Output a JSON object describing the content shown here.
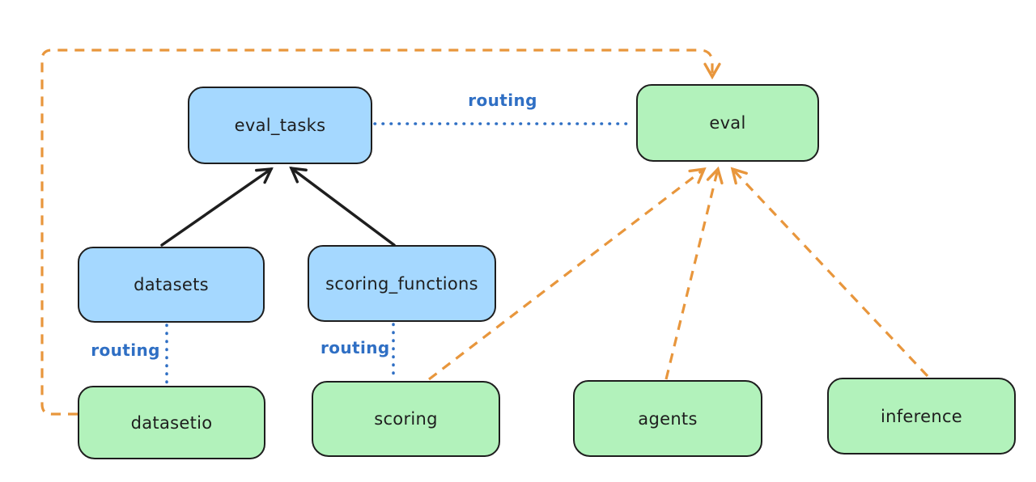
{
  "diagram": {
    "nodes": [
      {
        "id": "eval_tasks",
        "label": "eval_tasks",
        "kind": "resource",
        "fill": "blue"
      },
      {
        "id": "eval",
        "label": "eval",
        "kind": "api",
        "fill": "green"
      },
      {
        "id": "datasets",
        "label": "datasets",
        "kind": "resource",
        "fill": "blue"
      },
      {
        "id": "scoring_functions",
        "label": "scoring_functions",
        "kind": "resource",
        "fill": "blue"
      },
      {
        "id": "datasetio",
        "label": "datasetio",
        "kind": "api",
        "fill": "green"
      },
      {
        "id": "scoring",
        "label": "scoring",
        "kind": "api",
        "fill": "green"
      },
      {
        "id": "agents",
        "label": "agents",
        "kind": "api",
        "fill": "green"
      },
      {
        "id": "inference",
        "label": "inference",
        "kind": "api",
        "fill": "green"
      }
    ],
    "edges": [
      {
        "from": "datasets",
        "to": "eval_tasks",
        "style": "solid",
        "color": "black",
        "arrow": true
      },
      {
        "from": "scoring_functions",
        "to": "eval_tasks",
        "style": "solid",
        "color": "black",
        "arrow": true
      },
      {
        "from": "eval_tasks",
        "to": "eval",
        "style": "dotted",
        "color": "blue",
        "arrow": false,
        "label": "routing"
      },
      {
        "from": "datasets",
        "to": "datasetio",
        "style": "dotted",
        "color": "blue",
        "arrow": false,
        "label": "routing"
      },
      {
        "from": "scoring_functions",
        "to": "scoring",
        "style": "dotted",
        "color": "blue",
        "arrow": false,
        "label": "routing"
      },
      {
        "from": "datasetio",
        "to": "eval",
        "style": "dashed",
        "color": "orange",
        "arrow": true
      },
      {
        "from": "scoring",
        "to": "eval",
        "style": "dashed",
        "color": "orange",
        "arrow": true
      },
      {
        "from": "agents",
        "to": "eval",
        "style": "dashed",
        "color": "orange",
        "arrow": true
      },
      {
        "from": "inference",
        "to": "eval",
        "style": "dashed",
        "color": "orange",
        "arrow": true
      }
    ],
    "edge_labels": [
      {
        "text": "routing",
        "between": "eval_tasks-eval"
      },
      {
        "text": "routing",
        "between": "datasets-datasetio"
      },
      {
        "text": "routing",
        "between": "scoring_functions-scoring"
      }
    ],
    "colors": {
      "background": "#ffffff",
      "node_stroke": "#1e1e1e",
      "node_blue_fill": "#a5d8ff",
      "node_green_fill": "#b2f2bb",
      "routing_blue": "#2f6fc4",
      "orange": "#e8963c",
      "black": "#1e1e1e"
    }
  }
}
